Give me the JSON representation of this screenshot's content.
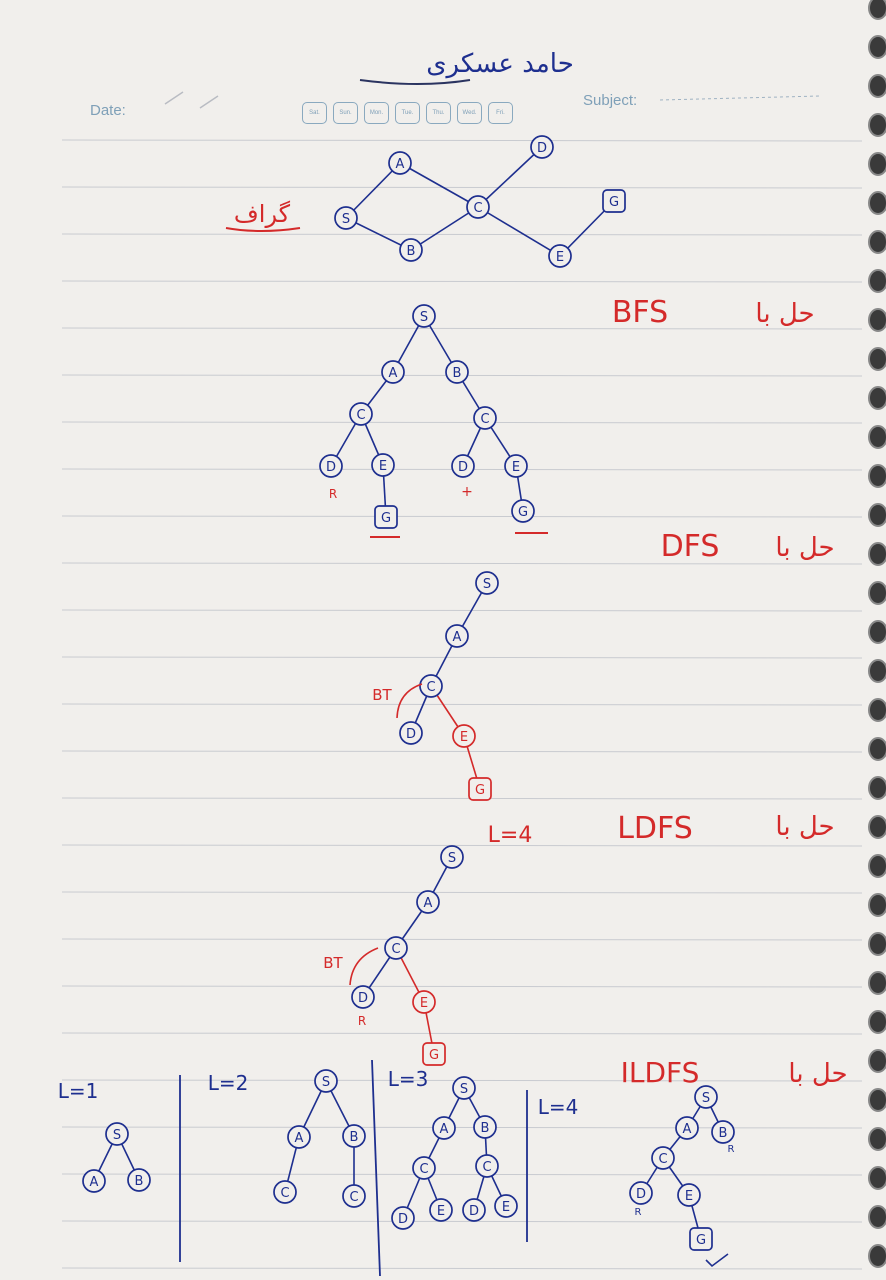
{
  "header": {
    "author": "حامد عسکری",
    "date_label": "Date:",
    "subject_label": "Subject:",
    "days": [
      "Sat.",
      "Sun.",
      "Mon.",
      "Tue.",
      "Thu.",
      "Wed.",
      "Fri."
    ]
  },
  "colors": {
    "blue_ink": "#1e2f8f",
    "red_ink": "#d42a2a",
    "paper": "#f1efec",
    "rule": "#c9cbd0"
  },
  "graph": {
    "label": "گراف",
    "nodes": [
      "S",
      "A",
      "B",
      "C",
      "D",
      "E",
      "G"
    ]
  },
  "sections": {
    "bfs": {
      "title": "BFS",
      "suffix": "حل با",
      "nodes": [
        "S",
        "A",
        "B",
        "C",
        "C",
        "D",
        "E",
        "D",
        "E",
        "G",
        "G"
      ],
      "marks": [
        "R",
        "+"
      ]
    },
    "dfs": {
      "title": "DFS",
      "suffix": "حل با",
      "backtrack": "BT",
      "nodes": [
        "S",
        "A",
        "C",
        "D",
        "E",
        "G"
      ]
    },
    "ldfs": {
      "title": "LDFS",
      "suffix": "حل با",
      "limit": "L=4",
      "backtrack": "BT",
      "nodes": [
        "S",
        "A",
        "C",
        "D",
        "E",
        "G"
      ],
      "marks": [
        "R"
      ]
    },
    "ildfs": {
      "title": "ILDFS",
      "suffix": "حل با",
      "levels": [
        {
          "label": "L=1",
          "nodes": [
            "S",
            "A",
            "B"
          ]
        },
        {
          "label": "L=2",
          "nodes": [
            "S",
            "A",
            "B",
            "C",
            "C"
          ]
        },
        {
          "label": "L=3",
          "nodes": [
            "S",
            "A",
            "B",
            "C",
            "C",
            "D",
            "E",
            "D",
            "E"
          ]
        },
        {
          "label": "L=4",
          "nodes": [
            "S",
            "A",
            "B",
            "C",
            "D",
            "E",
            "G"
          ],
          "marks": [
            "R",
            "R"
          ]
        }
      ]
    }
  }
}
